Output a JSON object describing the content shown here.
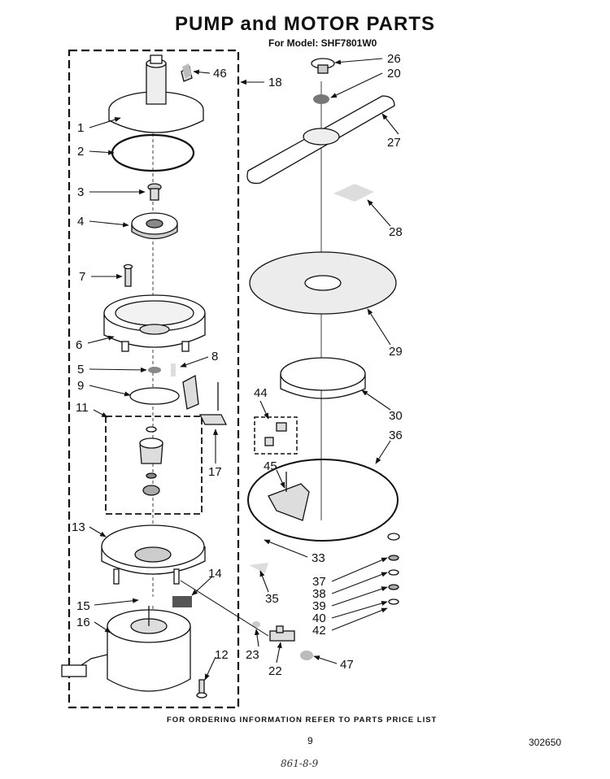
{
  "header": {
    "title": "PUMP and MOTOR PARTS",
    "subtitle": "For Model: SHF7801W0"
  },
  "footer": {
    "ordering_note": "FOR ORDERING INFORMATION REFER TO PARTS PRICE LIST",
    "page_number": "9",
    "document_number": "302650",
    "handwritten_note": "861-8-9"
  },
  "callouts": {
    "c1": "1",
    "c2": "2",
    "c3": "3",
    "c4": "4",
    "c5": "5",
    "c6": "6",
    "c7": "7",
    "c8": "8",
    "c9": "9",
    "c11": "11",
    "c12": "12",
    "c13": "13",
    "c14": "14",
    "c15": "15",
    "c16": "16",
    "c17": "17",
    "c18": "18",
    "c20": "20",
    "c22": "22",
    "c23": "23",
    "c26": "26",
    "c27": "27",
    "c28": "28",
    "c29": "29",
    "c30": "30",
    "c33": "33",
    "c35": "35",
    "c36": "36",
    "c37": "37",
    "c38": "38",
    "c39": "39",
    "c40": "40",
    "c42": "42",
    "c44": "44",
    "c45": "45",
    "c46": "46",
    "c47": "47"
  }
}
